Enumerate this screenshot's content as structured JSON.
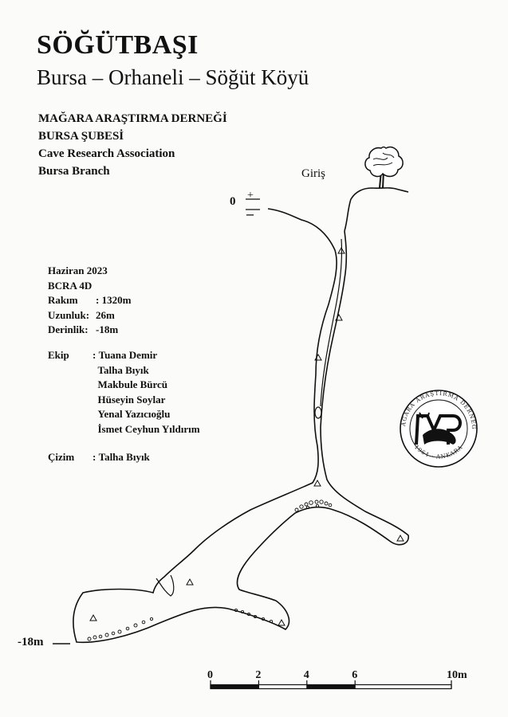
{
  "header": {
    "title": "SÖĞÜTBAŞI",
    "subtitle": "Bursa – Orhaneli – Söğüt Köyü"
  },
  "organization": [
    "MAĞARA ARAŞTIRMA DERNEĞİ",
    "BURSA ŞUBESİ",
    "Cave Research Association",
    "Bursa Branch"
  ],
  "survey": {
    "date": "Haziran 2023",
    "grade": "BCRA 4D",
    "fields": [
      {
        "label": "Rakım",
        "value": ": 1320m"
      },
      {
        "label": "Uzunluk:",
        "value": "26m"
      },
      {
        "label": "Derinlik:",
        "value": "-18m"
      }
    ]
  },
  "team": {
    "label": "Ekip",
    "members": [
      "Tuana Demir",
      "Talha Bıyık",
      "Makbule Bürcü",
      "Hüseyin Soylar",
      "Yenal Yazıcıoğlu",
      "İsmet Ceyhun Yıldırım"
    ]
  },
  "drawing": {
    "label": "Çizim",
    "author": "Talha Bıyık"
  },
  "map": {
    "entrance_label": "Giriş",
    "zero_label": "0",
    "plus_sign": "+",
    "minus_sign": "–",
    "depth_label": "-18m"
  },
  "logo": {
    "ring_top": "MAĞARA ARAŞTIRMA DERNEĞİ",
    "ring_bottom": "1964 · ANKARA"
  },
  "scale_bar": {
    "ticks": [
      "0",
      "2",
      "4",
      "6",
      "10m"
    ],
    "tick_values": [
      0,
      2,
      4,
      6,
      10
    ],
    "max": 10
  }
}
